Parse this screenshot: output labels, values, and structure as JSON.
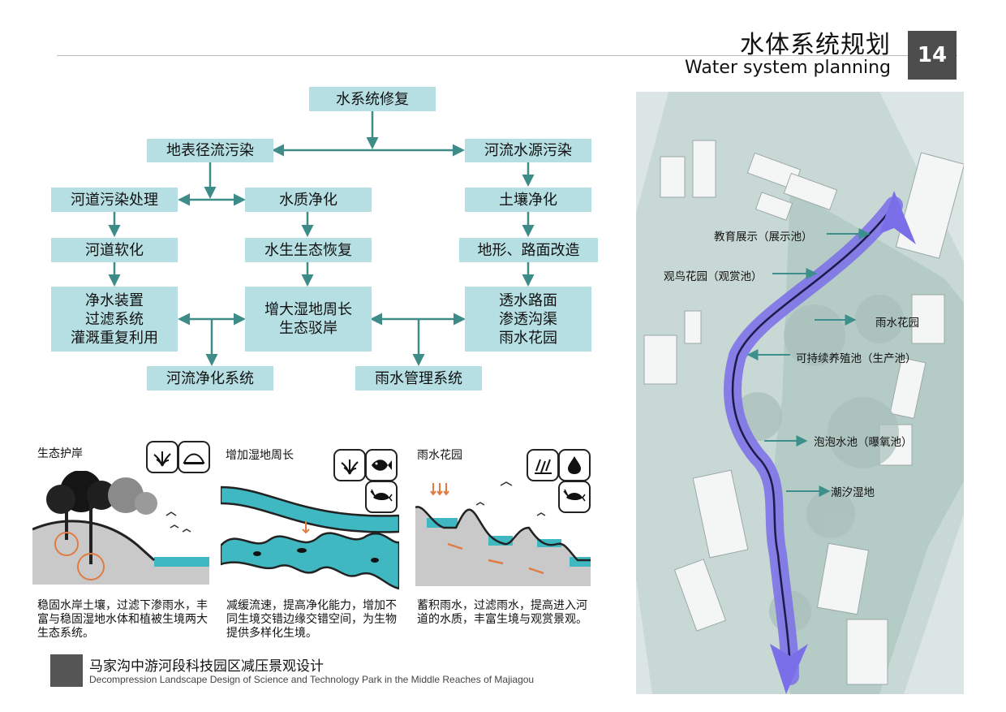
{
  "header": {
    "title_cn": "水体系统规划",
    "title_en": "Water system planning",
    "page_number": "14"
  },
  "flowchart": {
    "top": "水系统修复",
    "surface_runoff_pollution": "地表径流污染",
    "river_source_pollution": "河流水源污染",
    "channel_pollution_treatment": "河道污染处理",
    "water_purification": "水质净化",
    "soil_purification": "土壤净化",
    "channel_softening": "河道软化",
    "aquatic_ecology_restoration": "水生生态恢复",
    "terrain_road_modification": "地形、路面改造",
    "purification_devices": "净水装置\n过滤系统\n灌溉重复利用",
    "wetland_perimeter": "增大湿地周长\n生态驳岸",
    "permeable_systems": "透水路面\n渗透沟渠\n雨水花园",
    "river_purification_system": "河流净化系统",
    "rainwater_management_system": "雨水管理系统"
  },
  "panels": [
    {
      "title": "生态护岸",
      "description": "稳固水岸土壤，过滤下渗雨水，丰富与稳固湿地水体和植被生境两大生态系统。",
      "icons": [
        "grass-icon",
        "mound-icon"
      ]
    },
    {
      "title": "增加湿地周长",
      "description": "减缓流速，提高净化能力，增加不同生境交错边缘交错空间，为生物提供多样化生境。",
      "icons": [
        "grass-icon",
        "fish-icon",
        "shrimp-icon"
      ]
    },
    {
      "title": "雨水花园",
      "description": "蓄积雨水，过滤雨水，提高进入河道的水质，丰富生境与观赏景观。",
      "icons": [
        "rain-icon",
        "water-drop-icon",
        "shrimp-icon"
      ]
    }
  ],
  "map": {
    "labels": [
      "教育展示（展示池）",
      "观鸟花园（观赏池）",
      "雨水花园",
      "可持续养殖池（生产池）",
      "泡泡水池（曝氧池）",
      "潮汐湿地"
    ],
    "colors": {
      "river": "#6f63e6",
      "arrow": "#3c8f8b",
      "map_bg": "#cfdcd9"
    }
  },
  "footer": {
    "title_cn": "马家沟中游河段科技园区减压景观设计",
    "title_en": "Decompression Landscape Design of Science and Technology Park in the Middle Reaches of Majiagou"
  },
  "colors": {
    "box": "#b6dfe4",
    "connector": "#3e8c88",
    "water": "#3fb8c2",
    "page_num_bg": "#4d4d4d"
  }
}
